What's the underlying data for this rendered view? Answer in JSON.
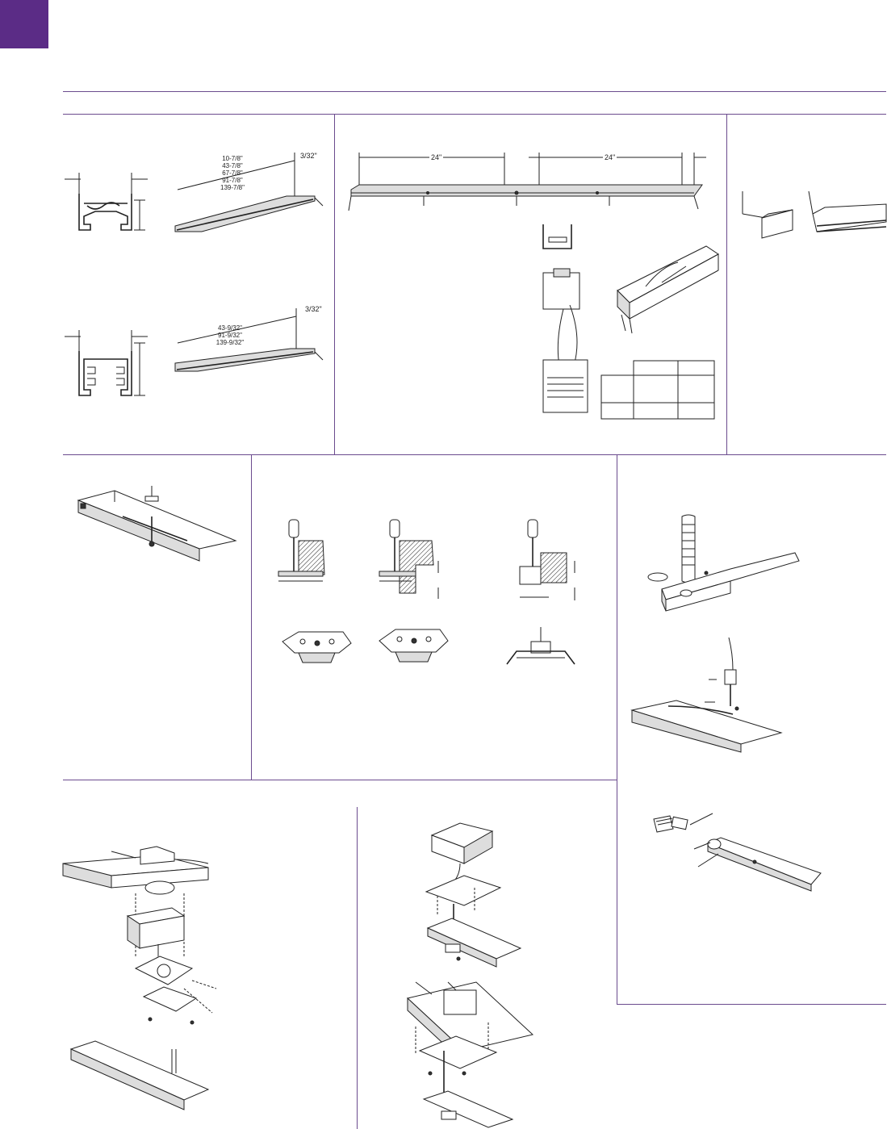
{
  "theme": {
    "accent": "#5b2c86",
    "rule": "#6b4b8e",
    "ink": "#222222"
  },
  "dimensions": {
    "single_track_lengths": [
      "10-7/8\"",
      "43-7/8\"",
      "67-7/8\"",
      "91-7/8\"",
      "139-7/8\""
    ],
    "single_track_end": "3/32\"",
    "two_circuit_lengths": [
      "43-9/32\"",
      "91-9/32\"",
      "139-9/32\""
    ],
    "two_circuit_end": "3/32\"",
    "spacing_left": "24\"",
    "spacing_right": "24\""
  }
}
